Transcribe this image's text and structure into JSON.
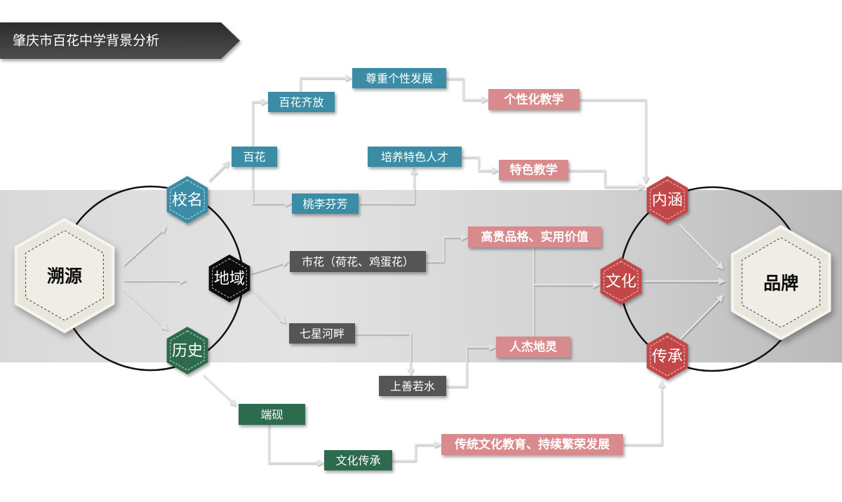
{
  "title": "肇庆市百花中学背景分析",
  "hubs": {
    "source": "溯源",
    "brand": "品牌"
  },
  "dimensions": {
    "school_name": "校名",
    "region": "地域",
    "history": "历史"
  },
  "outcomes": {
    "connotation": "内涵",
    "culture": "文化",
    "heritage": "传承"
  },
  "school_name_branch": {
    "baihua": "百花",
    "baihua_qifang": "百花齐放",
    "zunzhong_gexing": "尊重个性发展",
    "taoli_fenfang": "桃李芬芳",
    "peiyang_tese": "培养特色人才",
    "gexinghua_jiaoxue": "个性化教学",
    "tese_jiaoxue": "特色教学"
  },
  "region_branch": {
    "city_flower": "市花（荷花、鸡蛋花）",
    "qixing_hepan": "七星河畔",
    "shangshan_ruoshui": "上善若水",
    "noble_character": "高贵品格、实用价值",
    "renjie_diling": "人杰地灵"
  },
  "history_branch": {
    "duanyan": "端砚",
    "culture_inheritance": "文化传承",
    "traditional_education": "传统文化教育、持续繁荣发展"
  },
  "colors": {
    "teal": "#3b8ca5",
    "pink": "#d98a8c",
    "red": "#c1464a",
    "dark_gray": "#555555",
    "green": "#2e6b4d",
    "black": "#0d0d0d",
    "hub_fill": "#e9e6dc",
    "banner": "#3a3a3a"
  }
}
